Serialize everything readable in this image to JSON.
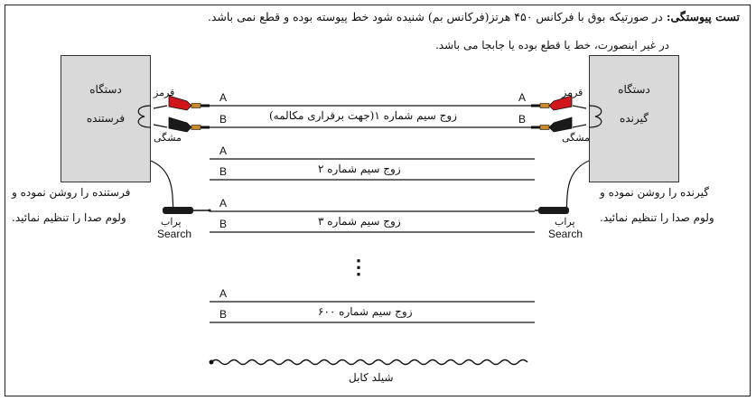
{
  "title": {
    "bold": "تست پیوستگی:",
    "line1": "در صورتیکه بوق با فرکانس ۴۵۰ هرتز(فرکانس بم) شنیده شود خط پیوسته بوده و قطع نمی باشد.",
    "line2": "در غیر اینصورت، خط یا قطع بوده یا جابجا می باشد."
  },
  "sender": {
    "line1": "دستگاه",
    "line2": "فرستنده",
    "note1": "فرستنده را روشن نموده و",
    "note2": "ولوم صدا را تنظیم نمائید."
  },
  "receiver": {
    "line1": "دستگاه",
    "line2": "گیرنده",
    "note1": "گیرنده را روشن نموده و",
    "note2": "ولوم صدا را تنظیم نمائید."
  },
  "clips": {
    "red": "قرمز",
    "black": "مشگی"
  },
  "probe": {
    "label": "پراب",
    "search": "Search"
  },
  "wire_a": "A",
  "wire_b": "B",
  "pairs": [
    "زوج سیم شماره ۱(جهت برقراری مکالمه)",
    "زوج سیم شماره ۲",
    "زوج سیم شماره ۳",
    "زوج سیم شماره ۶۰۰"
  ],
  "ellipsis": "⋮",
  "shield": "شیلد کابل",
  "colors": {
    "box": "#d9d9d9",
    "red_clip": "#d0161b",
    "black_clip": "#1a1a1a",
    "copper": "#c88a2a"
  }
}
